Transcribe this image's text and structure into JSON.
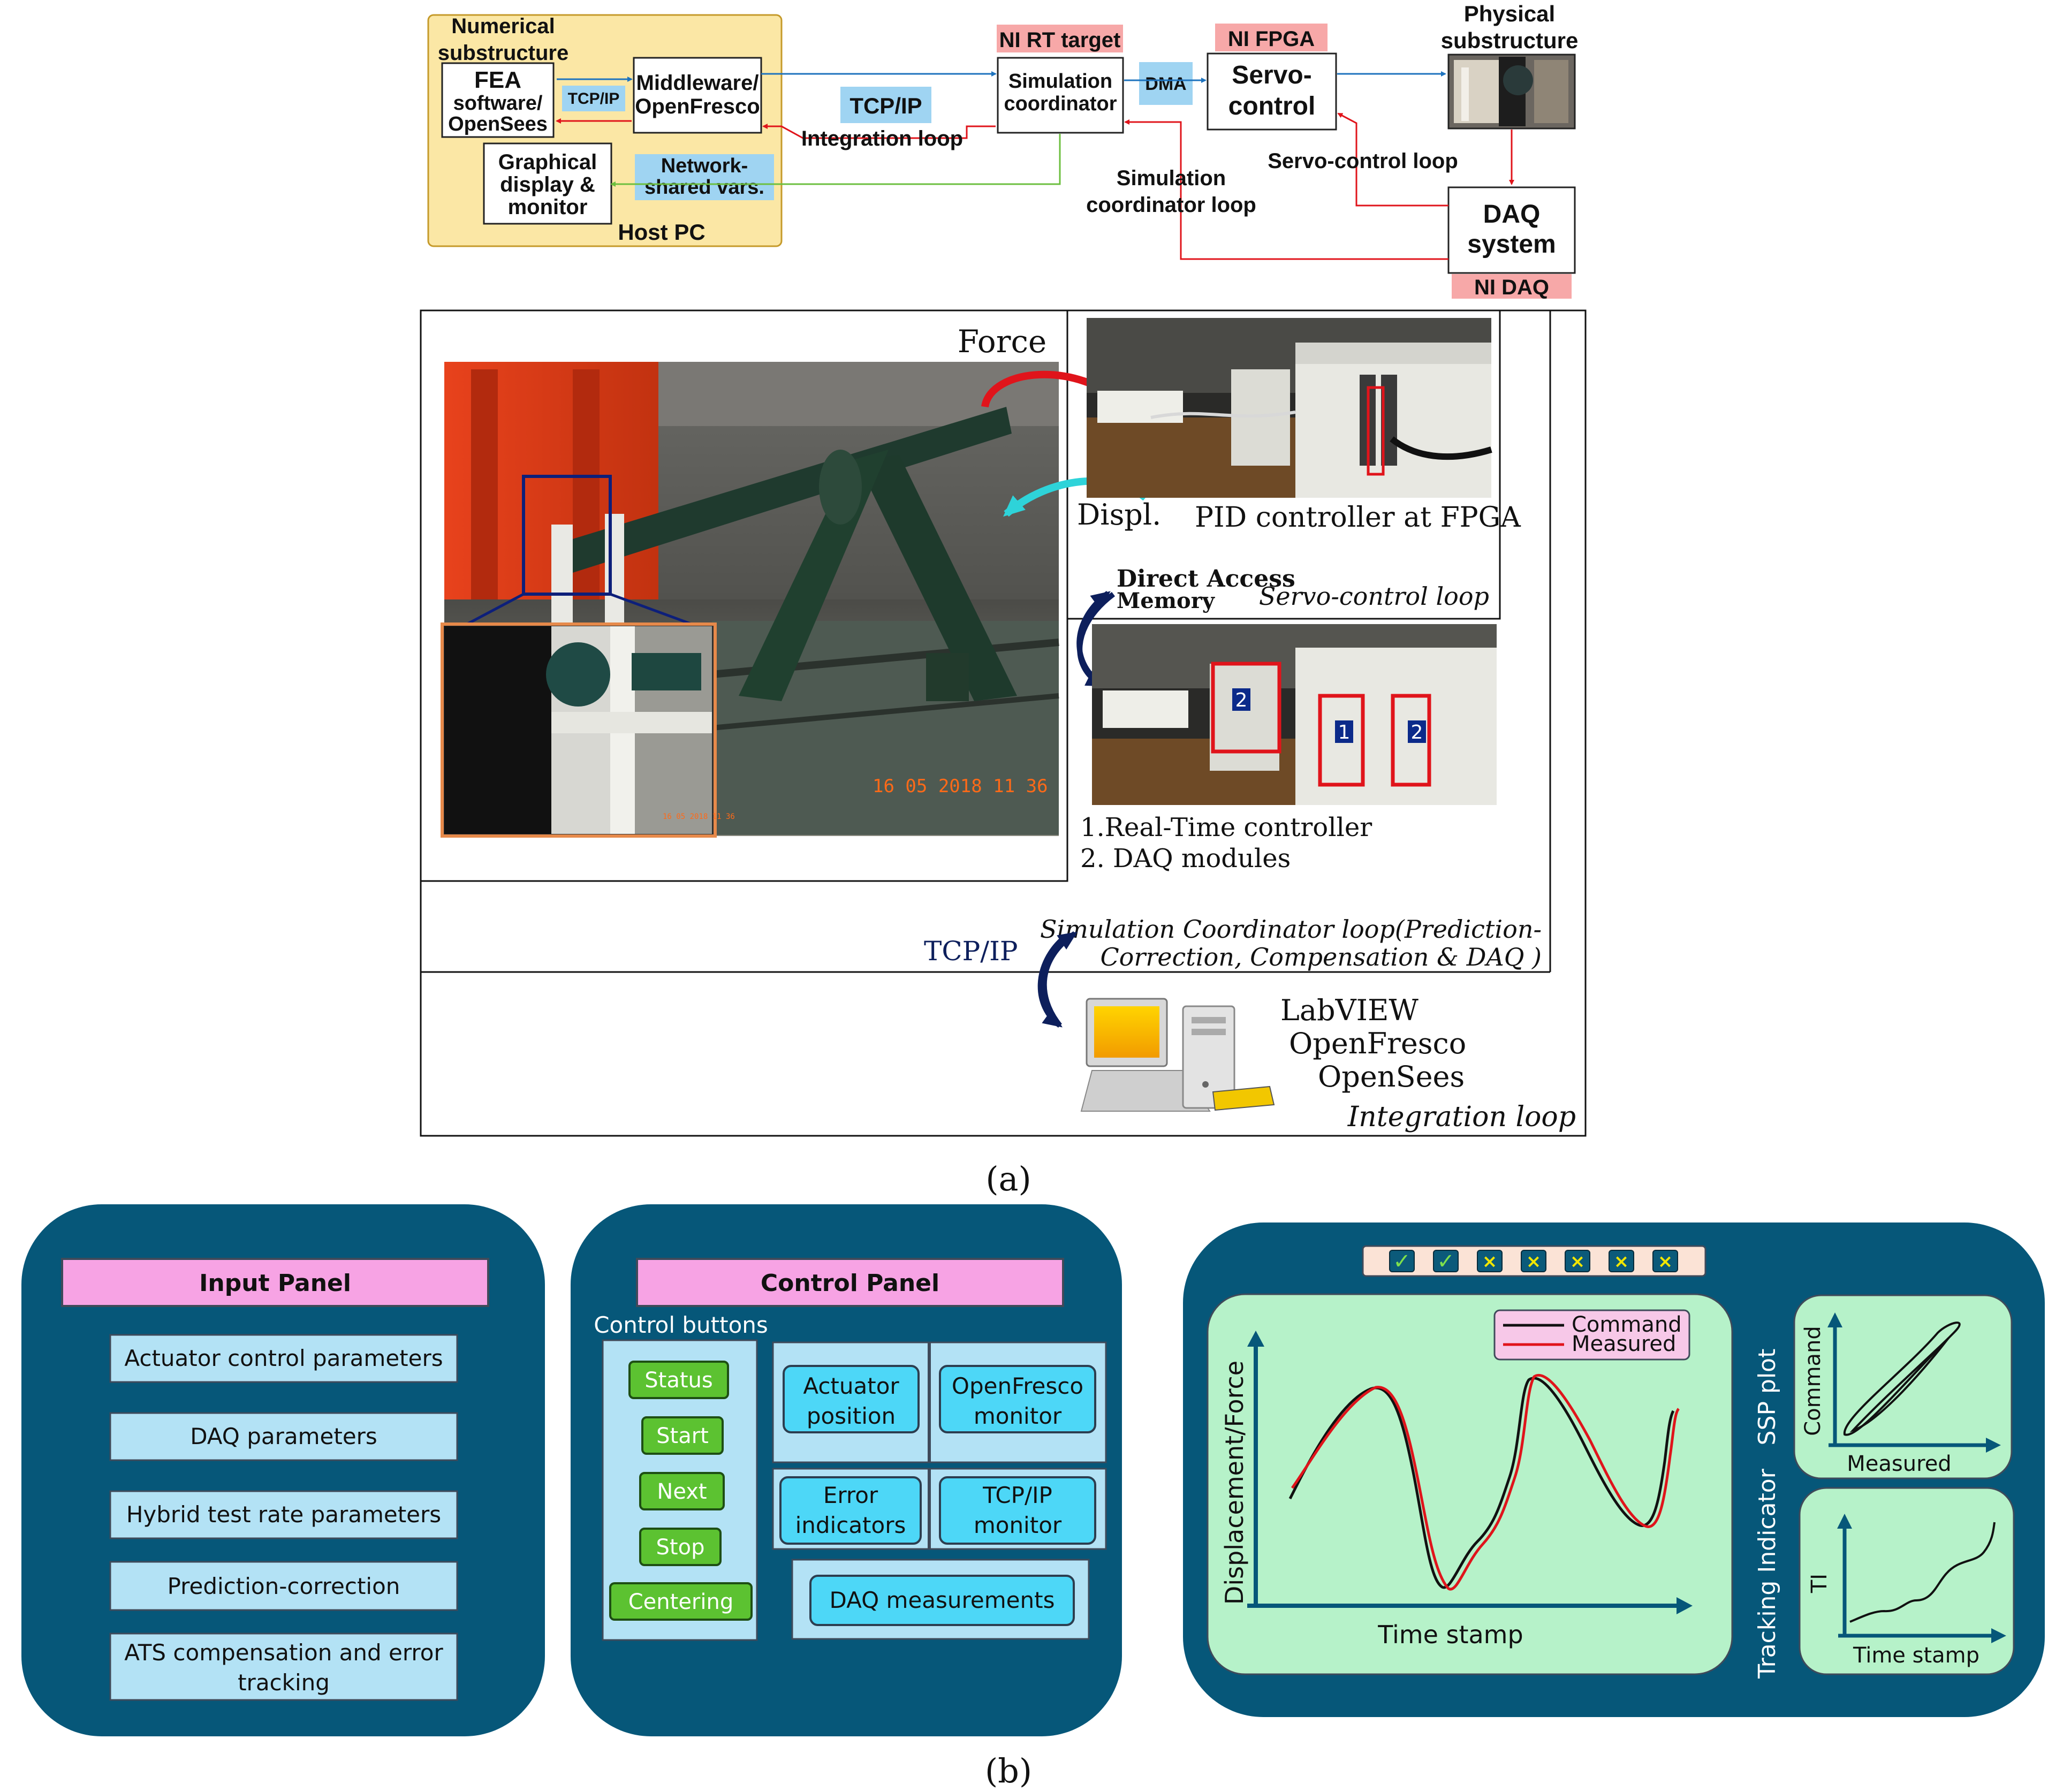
{
  "part_a": {
    "block": {
      "numerical_substructure": [
        "Numerical",
        "substructure"
      ],
      "fea": [
        "FEA",
        "software/",
        "OpenSees"
      ],
      "tcpip_small": "TCP/IP",
      "middleware": [
        "Middleware/",
        "OpenFresco"
      ],
      "graphical": [
        "Graphical",
        "display &",
        "monitor"
      ],
      "network_shared": [
        "Network-",
        "shared vars."
      ],
      "host_pc": "Host PC",
      "tcpip": "TCP/IP",
      "integration_loop": "Integration loop",
      "ni_rt_target": "NI RT target",
      "sim_coordinator": [
        "Simulation",
        "coordinator"
      ],
      "dma": "DMA",
      "ni_fpga": "NI FPGA",
      "servo_control": [
        "Servo-",
        "control"
      ],
      "physical_substructure": [
        "Physical",
        "substructure"
      ],
      "servo_control_loop": "Servo-control loop",
      "sim_coordinator_loop": [
        "Simulation",
        "coordinator loop"
      ],
      "daq_system": [
        "DAQ",
        "system"
      ],
      "ni_daq": "NI DAQ"
    },
    "photo": {
      "force": "Force",
      "displ": "Displ.",
      "pid_label": "PID controller at FPGA",
      "direct_access": [
        "Direct Access",
        "Memory"
      ],
      "servo_loop": "Servo-control loop",
      "timestamp_main": "16 05 2018  11 36",
      "timestamp_inset": "16 05 2018 11 36",
      "badge_1": "1",
      "badge_2": "2",
      "legend": [
        "1.Real-Time controller",
        "2. DAQ modules"
      ],
      "tcpip": "TCP/IP",
      "coord_loop": [
        "Simulation Coordinator loop(Prediction-",
        "Correction, Compensation & DAQ )"
      ],
      "software": [
        "LabVIEW",
        "OpenFresco",
        "OpenSees"
      ],
      "integration_loop": "Integration loop"
    },
    "caption": "(a)"
  },
  "part_b": {
    "input_panel": {
      "title": "Input Panel",
      "items": [
        "Actuator control parameters",
        "DAQ parameters",
        "Hybrid test rate parameters",
        "Prediction-correction",
        [
          "ATS compensation and error",
          "tracking"
        ]
      ]
    },
    "control_panel": {
      "title": "Control Panel",
      "buttons_label": "Control buttons",
      "buttons": [
        "Status",
        "Start",
        "Next",
        "Stop",
        "Centering"
      ],
      "modules": {
        "actuator": [
          "Actuator",
          "position"
        ],
        "openfresco": [
          "OpenFresco",
          "monitor"
        ],
        "error": [
          "Error",
          "indicators"
        ],
        "tcpip": [
          "TCP/IP",
          "monitor"
        ],
        "daq": "DAQ measurements"
      }
    },
    "monitor_panel": {
      "indicators": [
        "✓",
        "✓",
        "×",
        "×",
        "×",
        "×",
        "×"
      ],
      "main_plot": {
        "ylabel": "Displacement/Force",
        "xlabel": "Time stamp",
        "legend": [
          "Command",
          "Measured"
        ]
      },
      "ssp": {
        "side_label": "SSP plot",
        "ylabel": "Command",
        "xlabel": "Measured"
      },
      "ti": {
        "side_label": "Tracking Indicator",
        "ylabel": "TI",
        "xlabel": "Time stamp"
      }
    },
    "caption": "(b)"
  },
  "colors": {
    "host_bg": "#fbe7a5",
    "panel_dark": "#065779",
    "pink": "#f7a3e4",
    "light_blue": "#b3e2f5",
    "cyan": "#4dd7f7",
    "green_btn": "#5cc231",
    "plot_green": "#b6f2c9",
    "command": "#111111",
    "measured": "#e0141b"
  }
}
